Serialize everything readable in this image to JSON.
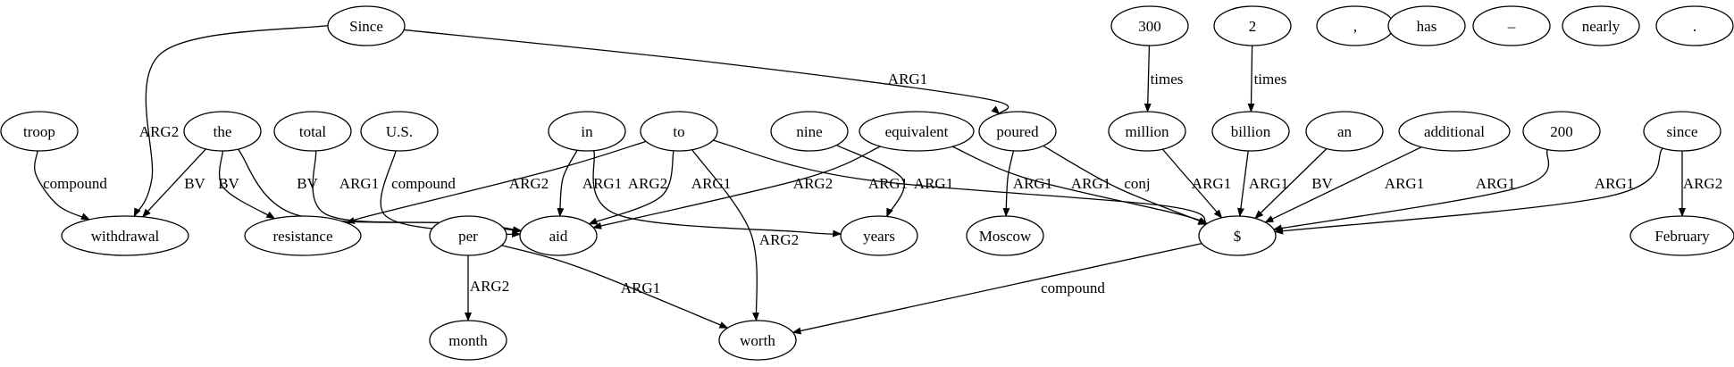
{
  "diagram": {
    "type": "semantic-dependency-graph",
    "nodes": [
      {
        "id": "since_cap",
        "label": "Since"
      },
      {
        "id": "n300",
        "label": "300"
      },
      {
        "id": "n2",
        "label": "2"
      },
      {
        "id": "comma",
        "label": ","
      },
      {
        "id": "has",
        "label": "has"
      },
      {
        "id": "dash",
        "label": "–"
      },
      {
        "id": "nearly",
        "label": "nearly"
      },
      {
        "id": "period",
        "label": "."
      },
      {
        "id": "troop",
        "label": "troop"
      },
      {
        "id": "the",
        "label": "the"
      },
      {
        "id": "total",
        "label": "total"
      },
      {
        "id": "us",
        "label": "U.S."
      },
      {
        "id": "in",
        "label": "in"
      },
      {
        "id": "to",
        "label": "to"
      },
      {
        "id": "nine",
        "label": "nine"
      },
      {
        "id": "equivalent",
        "label": "equivalent"
      },
      {
        "id": "poured",
        "label": "poured"
      },
      {
        "id": "million",
        "label": "million"
      },
      {
        "id": "billion",
        "label": "billion"
      },
      {
        "id": "an",
        "label": "an"
      },
      {
        "id": "additional",
        "label": "additional"
      },
      {
        "id": "n200",
        "label": "200"
      },
      {
        "id": "since_low",
        "label": "since"
      },
      {
        "id": "withdrawal",
        "label": "withdrawal"
      },
      {
        "id": "resistance",
        "label": "resistance"
      },
      {
        "id": "per",
        "label": "per"
      },
      {
        "id": "aid",
        "label": "aid"
      },
      {
        "id": "years",
        "label": "years"
      },
      {
        "id": "moscow",
        "label": "Moscow"
      },
      {
        "id": "dollar",
        "label": "$"
      },
      {
        "id": "february",
        "label": "February"
      },
      {
        "id": "month",
        "label": "month"
      },
      {
        "id": "worth",
        "label": "worth"
      }
    ],
    "edges": [
      {
        "from": "since_cap",
        "to": "withdrawal",
        "label": "ARG2"
      },
      {
        "from": "since_cap",
        "to": "poured",
        "label": "ARG1"
      },
      {
        "from": "n300",
        "to": "million",
        "label": "times"
      },
      {
        "from": "n2",
        "to": "billion",
        "label": "times"
      },
      {
        "from": "troop",
        "to": "withdrawal",
        "label": "compound"
      },
      {
        "from": "the",
        "to": "withdrawal",
        "label": "BV"
      },
      {
        "from": "the",
        "to": "resistance",
        "label": "BV"
      },
      {
        "from": "the",
        "to": "aid",
        "label": "BV"
      },
      {
        "from": "total",
        "to": "aid",
        "label": "ARG1"
      },
      {
        "from": "us",
        "to": "aid",
        "label": "compound"
      },
      {
        "from": "in",
        "to": "aid",
        "label": "ARG1"
      },
      {
        "from": "in",
        "to": "years",
        "label": "ARG2"
      },
      {
        "from": "to",
        "to": "resistance",
        "label": "ARG2"
      },
      {
        "from": "to",
        "to": "aid",
        "label": "ARG1"
      },
      {
        "from": "to",
        "to": "worth",
        "label": "ARG2"
      },
      {
        "from": "to",
        "to": "dollar",
        "label": "ARG1"
      },
      {
        "from": "nine",
        "to": "years",
        "label": "ARG1"
      },
      {
        "from": "equivalent",
        "to": "aid",
        "label": "ARG2"
      },
      {
        "from": "equivalent",
        "to": "dollar",
        "label": "ARG1"
      },
      {
        "from": "poured",
        "to": "moscow",
        "label": "ARG1"
      },
      {
        "from": "poured",
        "to": "dollar",
        "label": "conj"
      },
      {
        "from": "million",
        "to": "dollar",
        "label": "ARG1"
      },
      {
        "from": "billion",
        "to": "dollar",
        "label": "ARG1"
      },
      {
        "from": "an",
        "to": "dollar",
        "label": "BV"
      },
      {
        "from": "additional",
        "to": "dollar",
        "label": "ARG1"
      },
      {
        "from": "n200",
        "to": "dollar",
        "label": "ARG1"
      },
      {
        "from": "since_low",
        "to": "dollar",
        "label": "ARG1"
      },
      {
        "from": "since_low",
        "to": "february",
        "label": "ARG2"
      },
      {
        "from": "per",
        "to": "month",
        "label": "ARG2"
      },
      {
        "from": "per",
        "to": "worth",
        "label": "ARG1"
      },
      {
        "from": "dollar",
        "to": "worth",
        "label": "compound"
      }
    ]
  }
}
